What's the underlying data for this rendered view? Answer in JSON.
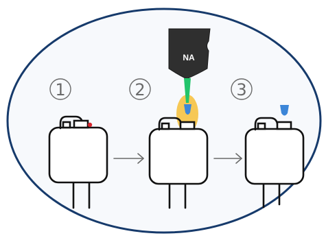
{
  "steps": [
    {
      "number": "1"
    },
    {
      "number": "2"
    },
    {
      "number": "3"
    }
  ],
  "nozzle": {
    "label": "NA"
  },
  "colors": {
    "frame_stroke": "#163a6b",
    "frame_fill": "#f7f9fc",
    "red_dot": "#d6262e",
    "beam_green": "#22c46b",
    "droplet_blue": "#3c86d8",
    "glow_yellow": "#f5c242",
    "nozzle_dark": "#2f2f2f",
    "arrow_gray": "#6a6a6a"
  }
}
